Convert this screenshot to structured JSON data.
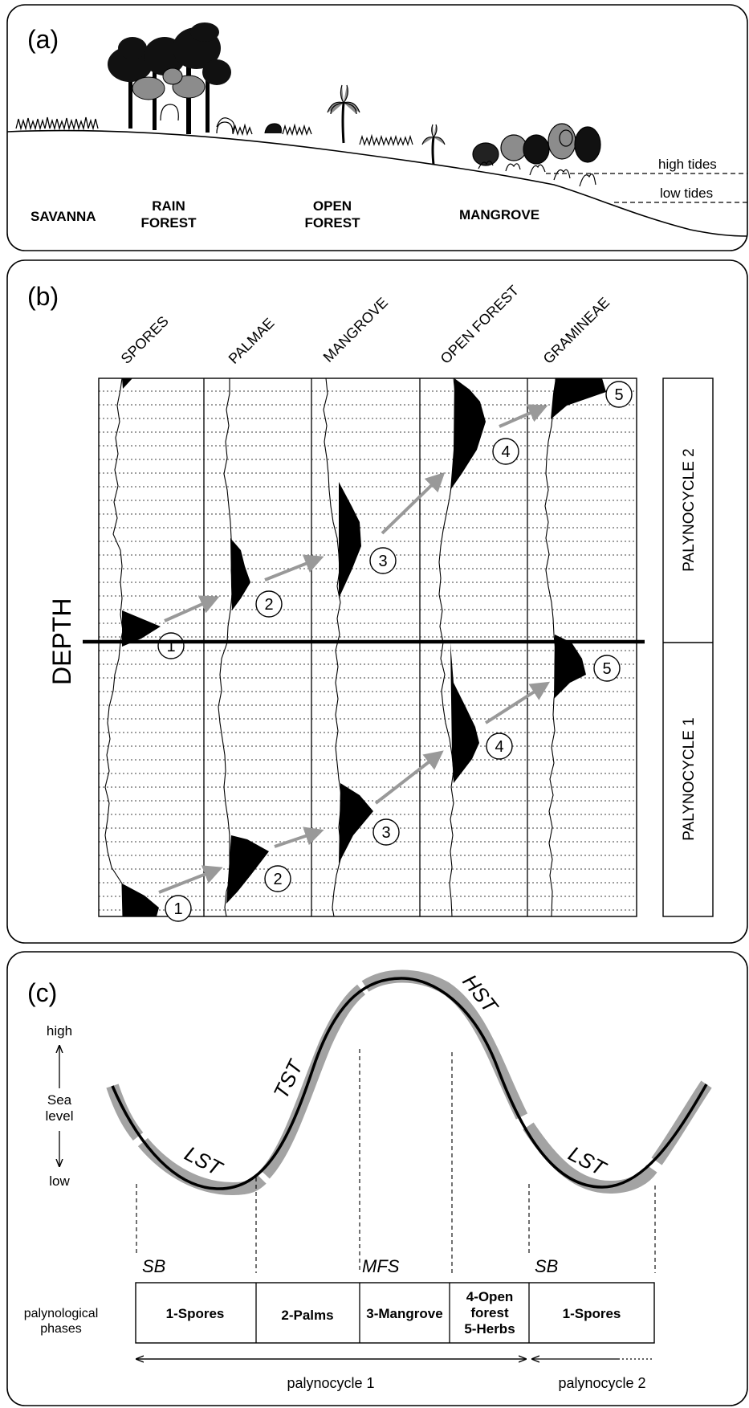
{
  "panel_a": {
    "tag": "(a)",
    "zones": {
      "savanna": "SAVANNA",
      "rainforest_1": "RAIN",
      "rainforest_2": "FOREST",
      "openforest_1": "OPEN",
      "openforest_2": "FOREST",
      "mangrove": "MANGROVE"
    },
    "tides": {
      "high": "high tides",
      "low": "low tides"
    }
  },
  "panel_b": {
    "tag": "(b)",
    "columns": [
      "SPORES",
      "PALMAE",
      "MANGROVE",
      "OPEN FOREST",
      "GRAMINEAE"
    ],
    "depth_label": "DEPTH",
    "cycles": [
      "PALYNOCYCLE 2",
      "PALYNOCYCLE 1"
    ],
    "markers": [
      "1",
      "2",
      "3",
      "4",
      "5"
    ]
  },
  "panel_c": {
    "tag": "(c)",
    "sea_level": {
      "high": "high",
      "label_1": "Sea",
      "label_2": "level",
      "low": "low"
    },
    "tracts": {
      "lst": "LST",
      "tst": "TST",
      "hst": "HST"
    },
    "surfaces": {
      "sb": "SB",
      "mfs": "MFS"
    },
    "phases_label_1": "palynological",
    "phases_label_2": "phases",
    "phases": [
      {
        "l1": "1-Spores"
      },
      {
        "l1": "2-Palms"
      },
      {
        "l1": "3-Mangrove"
      },
      {
        "l1": "4-Open",
        "l2": "forest",
        "l3": "5-Herbs"
      },
      {
        "l1": "1-Spores"
      }
    ],
    "cycles": {
      "c1": "palynocycle 1",
      "c2": "palynocycle 2"
    }
  },
  "colors": {
    "arrow": "#999999",
    "curve_band": "#a3a3a3",
    "line": "#000000"
  }
}
